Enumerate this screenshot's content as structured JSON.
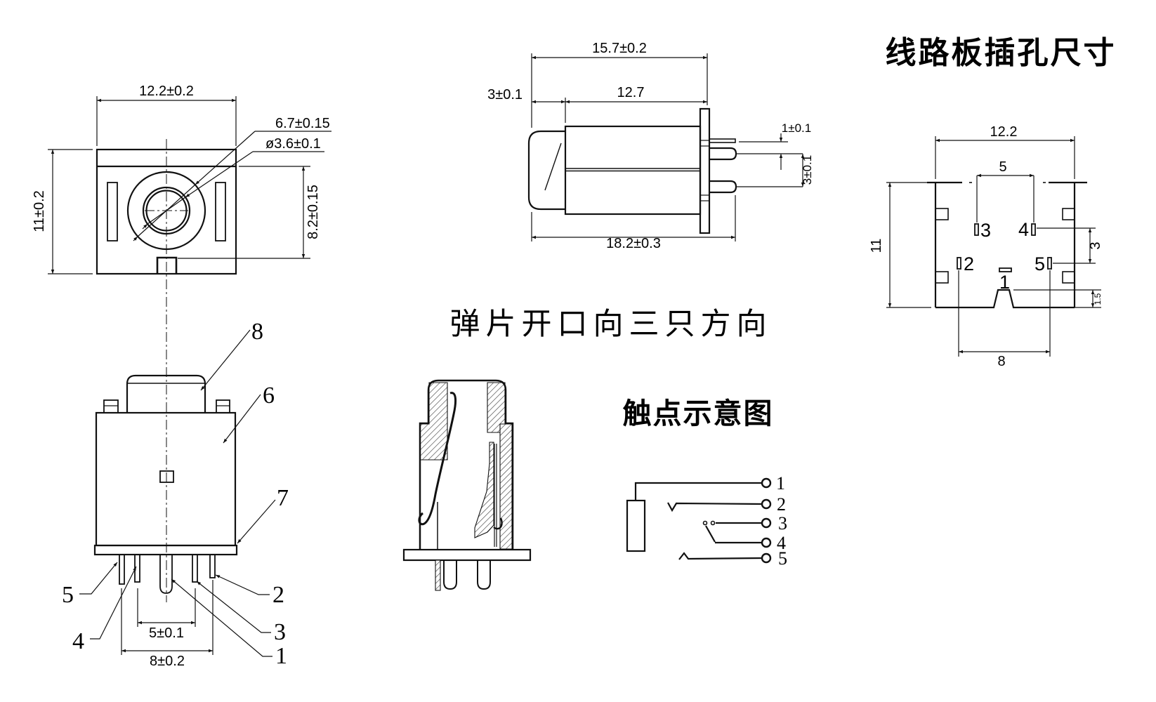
{
  "front_view": {
    "dim_width": "12.2±0.2",
    "dim_height": "11±0.2",
    "dim_hole_offset": "6.7±0.15",
    "dim_hole_dia": "ø3.6±0.1",
    "dim_inner_height": "8.2±0.15"
  },
  "side_view": {
    "dim_overall_top": "15.7±0.2",
    "dim_cap": "3±0.1",
    "dim_body": "12.7",
    "dim_overall_bottom": "18.2±0.3",
    "dim_pin_step": "1±0.1",
    "dim_pin_pitch": "3±0.1"
  },
  "pcb_view": {
    "title": "线路板插孔尺寸",
    "dim_width": "12.2",
    "dim_top_pitch": "5",
    "dim_height": "11",
    "dim_right_pitch": "3",
    "dim_bump_height": "1.5",
    "dim_bottom_pitch": "8",
    "pad_labels": {
      "p1": "1",
      "p2": "2",
      "p3": "3",
      "p4": "4",
      "p5": "5"
    }
  },
  "note": {
    "spring_note": "弹片开口向三只方向"
  },
  "bottom_view": {
    "part_labels": {
      "n1": "1",
      "n2": "2",
      "n3": "3",
      "n4": "4",
      "n5": "5",
      "n6": "6",
      "n7": "7",
      "n8": "8"
    },
    "dim_inner_pitch": "5±0.1",
    "dim_outer_pitch": "8±0.2"
  },
  "schematic": {
    "title": "触点示意图",
    "terminals": {
      "t1": "1",
      "t2": "2",
      "t3": "3",
      "t4": "4",
      "t5": "5"
    }
  }
}
